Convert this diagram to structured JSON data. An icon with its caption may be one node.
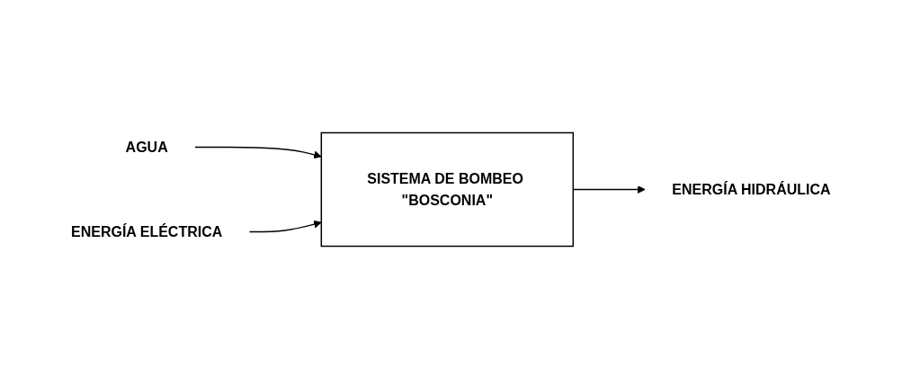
{
  "diagram": {
    "nodes": [
      {
        "text": [
          "AGUA"
        ]
      },
      {
        "text": [
          "ENERGÍA ELÉCTRICA"
        ]
      },
      {
        "text": [
          "SISTEMA DE BOMBEO \"BOSCONIA\""
        ]
      },
      {
        "text": [
          "ENERGÍA HIDRÁULICA"
        ]
      }
    ],
    "edges": [
      {
        "from": 0,
        "to": 2,
        "arrow": "to"
      },
      {
        "from": 1,
        "to": 2,
        "arrow": "to"
      },
      {
        "from": 2,
        "to": 3,
        "arrow": "to"
      }
    ]
  }
}
